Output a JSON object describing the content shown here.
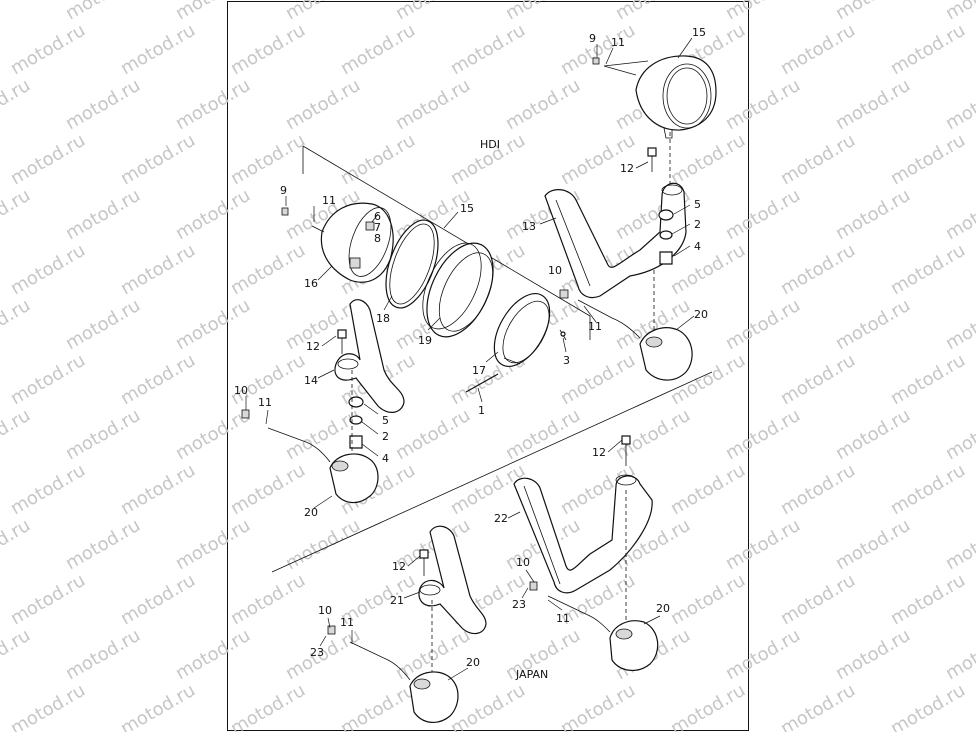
{
  "watermark": "motod.ru",
  "sections": {
    "hdi": "HDI",
    "japan": "JAPAN"
  },
  "callouts": {
    "c9a": "9",
    "c11a": "11",
    "c15a": "15",
    "c12a": "12",
    "c5a": "5",
    "c2a": "2",
    "c4a": "4",
    "c13": "13",
    "c10a": "10",
    "c11b": "11",
    "c20a": "20",
    "c9b": "9",
    "c11c": "11",
    "c6": "6",
    "c7": "7",
    "c8": "8",
    "c15b": "15",
    "c16": "16",
    "c18": "18",
    "c19": "19",
    "c17": "17",
    "c3": "3",
    "c1": "1",
    "c12b": "12",
    "c14": "14",
    "c5b": "5",
    "c2b": "2",
    "c4b": "4",
    "c10b": "10",
    "c11d": "11",
    "c20b": "20",
    "c12c": "12",
    "c22": "22",
    "c10c": "10",
    "c23a": "23",
    "c11e": "11",
    "c20c": "20",
    "c12d": "12",
    "c21": "21",
    "c10d": "10",
    "c23b": "23",
    "c11f": "11",
    "c20d": "20"
  }
}
